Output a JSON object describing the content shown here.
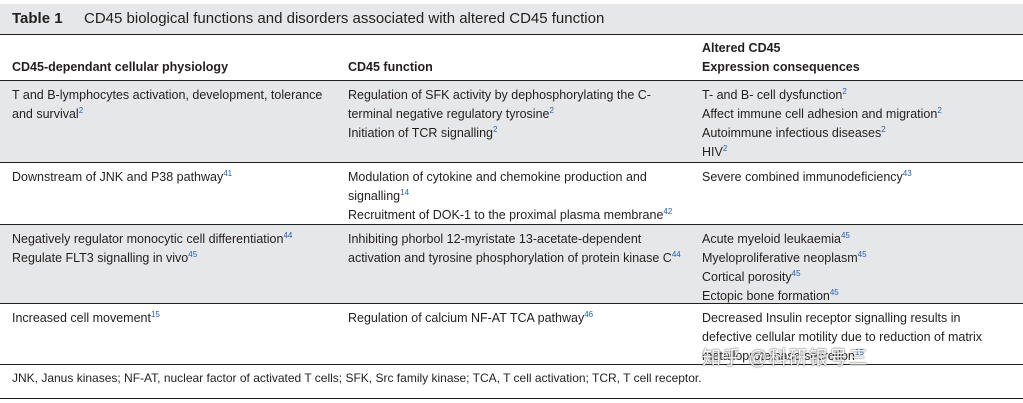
{
  "table": {
    "label": "Table 1",
    "title": "CD45 biological functions and disorders associated with altered CD45 function"
  },
  "headers": {
    "col1": "CD45-dependant cellular physiology",
    "col2": "CD45 function",
    "col3_line1": "Altered CD45",
    "col3_line2": "Expression consequences"
  },
  "rows": [
    {
      "c1": [
        {
          "t": "T and B-lymphocytes activation, development, tolerance",
          "s": ""
        },
        {
          "t": "and survival",
          "s": "2"
        }
      ],
      "c2": [
        {
          "t": "Regulation of SFK activity by dephosphorylating the C-",
          "s": ""
        },
        {
          "t": "terminal negative regulatory tyrosine",
          "s": "2"
        },
        {
          "t": "Initiation of TCR signalling",
          "s": "2"
        }
      ],
      "c3": [
        {
          "t": "T- and B- cell dysfunction",
          "s": "2"
        },
        {
          "t": "Affect immune cell adhesion and migration",
          "s": "2"
        },
        {
          "t": "Autoimmune infectious diseases",
          "s": "2"
        },
        {
          "t": "HIV",
          "s": "2"
        }
      ]
    },
    {
      "c1": [
        {
          "t": "Downstream of JNK and P38 pathway",
          "s": "41"
        }
      ],
      "c2": [
        {
          "t": "Modulation of cytokine and chemokine production and",
          "s": ""
        },
        {
          "t": "signalling",
          "s": "14"
        },
        {
          "t": "Recruitment of DOK-1 to the proximal plasma membrane",
          "s": "42"
        }
      ],
      "c3": [
        {
          "t": "Severe combined immunodeficiency",
          "s": "43"
        }
      ]
    },
    {
      "c1": [
        {
          "t": "Negatively regulator monocytic cell differentiation",
          "s": "44"
        },
        {
          "t": "Regulate FLT3 signalling in vivo",
          "s": "45"
        }
      ],
      "c2": [
        {
          "t": "Inhibiting phorbol 12-myristate 13-acetate-dependent",
          "s": ""
        },
        {
          "t": "activation and tyrosine phosphorylation of protein kinase C",
          "s": "44"
        }
      ],
      "c3": [
        {
          "t": "Acute myeloid leukaemia",
          "s": "45"
        },
        {
          "t": "Myeloproliferative neoplasm",
          "s": "45"
        },
        {
          "t": "Cortical porosity",
          "s": "45"
        },
        {
          "t": "Ectopic bone formation",
          "s": "45"
        }
      ]
    },
    {
      "c1": [
        {
          "t": "Increased cell movement",
          "s": "15"
        }
      ],
      "c2": [
        {
          "t": "Regulation of calcium NF-AT TCA pathway",
          "s": "46"
        }
      ],
      "c3": [
        {
          "t": "Decreased Insulin receptor signalling results in",
          "s": ""
        },
        {
          "t": "defective cellular motility due to reduction of matrix",
          "s": ""
        },
        {
          "t": "metalloproteinase secretion",
          "s": "15"
        }
      ]
    }
  ],
  "footnote": "JNK, Janus kinases; NF-AT, nuclear factor of activated T cells; SFK, Src family kinase; TCA, T cell activation; TCR, T cell receptor.",
  "watermark": "知乎 @科研银号三"
}
